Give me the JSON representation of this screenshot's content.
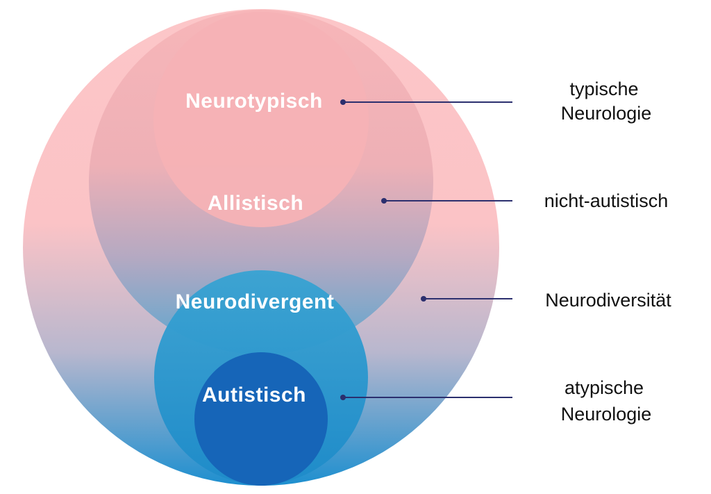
{
  "circles": {
    "neurodiversity": "Neurodiversität",
    "neurotypical": "Neurotypisch",
    "allistic": "Allistisch",
    "neurodivergent": "Neurodivergent",
    "autistic": "Autistisch"
  },
  "annotations": {
    "typical": {
      "line1": "typische",
      "line2": "Neurologie"
    },
    "non_autistic": "nicht-autistisch",
    "neurodiversity": "Neurodiversität",
    "atypical": {
      "line1": "atypische",
      "line2": "Neurologie"
    }
  },
  "colors": {
    "pink": "#f7b4b8",
    "pink_light": "#fcc6c8",
    "blue": "#1f8fcf",
    "blue_dark": "#1667b8",
    "leader": "#2b2f6e"
  }
}
